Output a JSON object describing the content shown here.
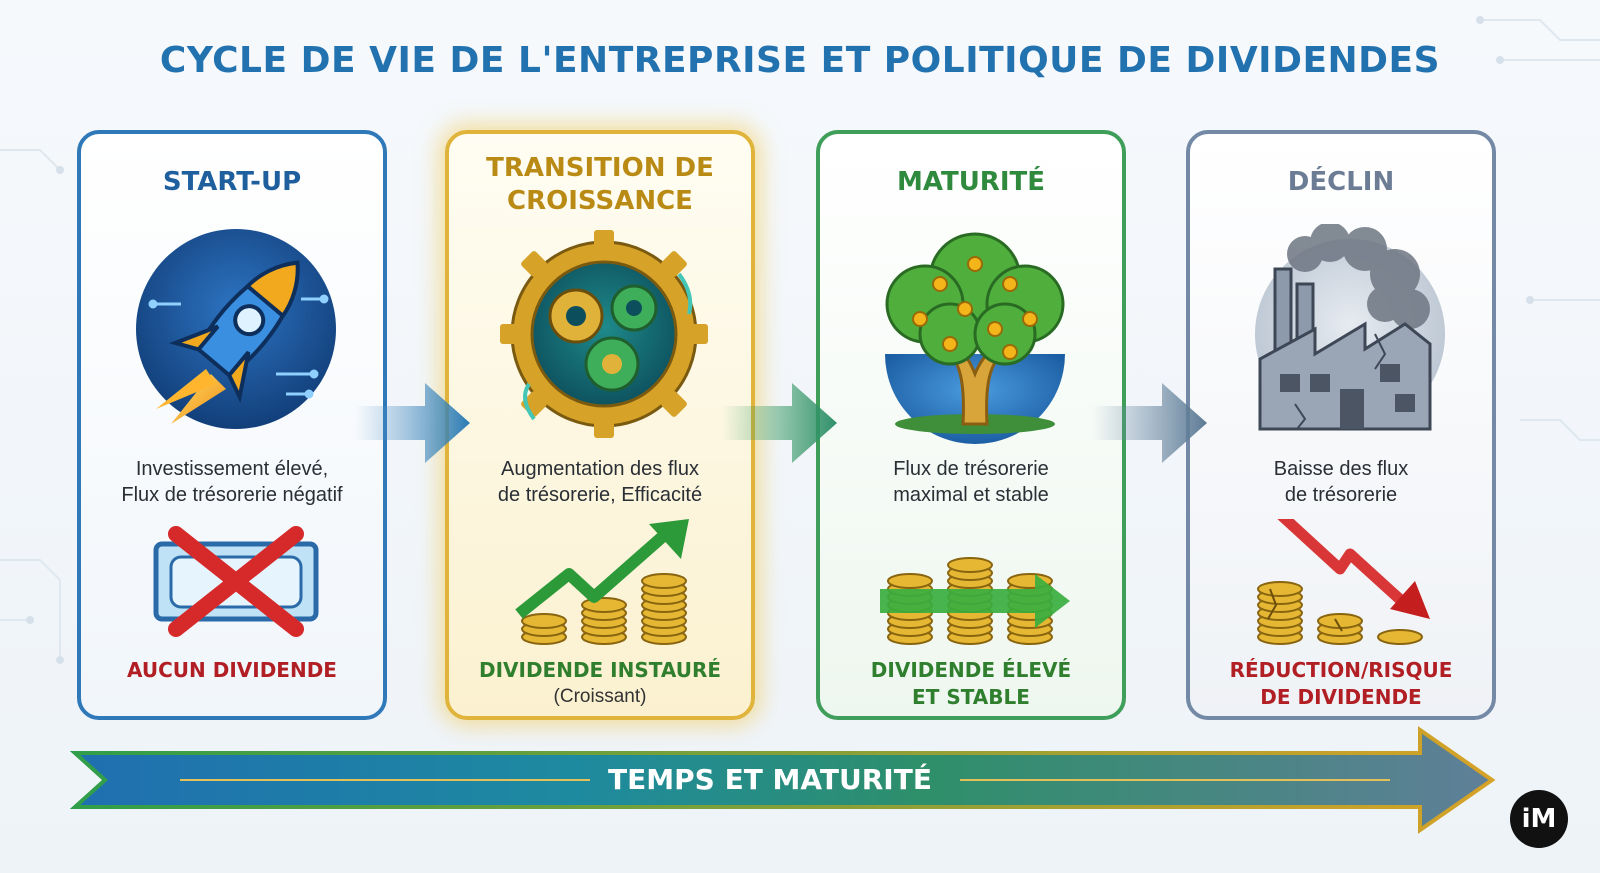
{
  "title": "CYCLE DE VIE DE L'ENTREPRISE ET POLITIQUE DE DIVIDENDES",
  "stages": [
    {
      "name": "START-UP",
      "description_lines": [
        "Investissement élevé,",
        "Flux de trésorerie négatif"
      ],
      "outcome_lines": [
        "AUCUN DIVIDENDE"
      ],
      "sub": "",
      "color": "#1f5f9e",
      "outcome_color": "#b11f24",
      "illustration": "rocket-icon",
      "dividend_icon": "no-banknote-icon"
    },
    {
      "name_lines": [
        "TRANSITION DE",
        "CROISSANCE"
      ],
      "description_lines": [
        "Augmentation des flux",
        "de trésorerie, Efficacité"
      ],
      "outcome_lines": [
        "DIVIDENDE INSTAURÉ"
      ],
      "sub": "(Croissant)",
      "color": "#b98a14",
      "outcome_color": "#2f7f2e",
      "illustration": "gears-icon",
      "dividend_icon": "rising-coins-icon"
    },
    {
      "name": "MATURITÉ",
      "description_lines": [
        "Flux de trésorerie",
        "maximal et stable"
      ],
      "outcome_lines": [
        "DIVIDENDE ÉLEVÉ",
        "ET STABLE"
      ],
      "sub": "",
      "color": "#2f8a3e",
      "outcome_color": "#2f7f2e",
      "illustration": "money-tree-icon",
      "dividend_icon": "stable-coins-icon"
    },
    {
      "name": "DÉCLIN",
      "description_lines": [
        "Baisse des flux",
        "de trésorerie"
      ],
      "outcome_lines": [
        "RÉDUCTION/RISQUE",
        "DE DIVIDENDE"
      ],
      "sub": "",
      "color": "#6b7c94",
      "outcome_color": "#b11f24",
      "illustration": "factory-icon",
      "dividend_icon": "falling-coins-icon"
    }
  ],
  "timeline": {
    "label": "TEMPS ET MATURITÉ"
  },
  "logo": {
    "text": "iM"
  }
}
